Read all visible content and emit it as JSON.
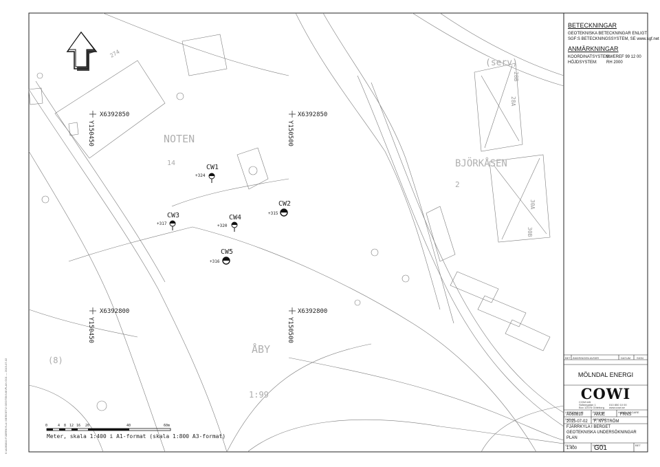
{
  "colors": {
    "line": "#7a7a7a",
    "dark": "#111111",
    "faint": "#bdbdbd",
    "paper": "#ffffff"
  },
  "side_text": "K:\\A060810 FJÄRRKYLA I BERGET\\2 GEOTEKNIK\\PLAN G01 — 2015-07-02",
  "map": {
    "labels": {
      "noten": "NOTEN",
      "bjorkasen": "BJÖRKÅSEN",
      "aby": "ÅBY",
      "serv": "(serv)",
      "num_274": "274",
      "num_14": "14",
      "num_2": "2",
      "num_8": "(8)",
      "num_199": "1:99",
      "num_28b": "28B",
      "num_28a": "28A",
      "num_30a": "30A",
      "num_30b": "30B"
    },
    "grid": [
      {
        "x_label": "X6392850",
        "y_label": "Y150450"
      },
      {
        "x_label": "X6392850",
        "y_label": "Y150500"
      },
      {
        "x_label": "X6392800",
        "y_label": "Y150450"
      },
      {
        "x_label": "X6392800",
        "y_label": "Y150500"
      }
    ],
    "boreholes": [
      {
        "id": "CW1",
        "level": "+324",
        "kind": "pin"
      },
      {
        "id": "CW2",
        "level": "+315",
        "kind": "circle"
      },
      {
        "id": "CW3",
        "level": "+317",
        "kind": "pin"
      },
      {
        "id": "CW4",
        "level": "+320",
        "kind": "pin"
      },
      {
        "id": "CW5",
        "level": "+316",
        "kind": "circle"
      }
    ],
    "scale": {
      "ticks": [
        "0",
        "4",
        "8",
        "12",
        "16",
        "20",
        "40",
        "60m"
      ],
      "caption": "Meter, skala 1:400 i A1-format (skala 1:800 A3-format)"
    }
  },
  "legend": {
    "beteckningar_title": "BETECKNINGAR",
    "beteckningar_line1": "GEOTEKNISKA BETECKNINGAR ENLIGT",
    "beteckningar_line2": "SGF:S BETECKNINGSSYSTEM, SE www.sgf.net",
    "anmarkningar_title": "ANMÄRKNINGAR",
    "koord_label": "KOORDINATSYSTEM:",
    "koord_value": "SWEREF 99 12 00",
    "hojd_label": "HÖJDSYSTEM:",
    "hojd_value": "RH 2000"
  },
  "titleblock": {
    "rev_headers": [
      "BET",
      "ÄNDRINGEN AVSER",
      "DATUM",
      "SIGN"
    ],
    "client": "MÖLNDAL ENERGI",
    "logo": "COWI",
    "company_lines": [
      "COWI AB",
      "Skånegatan 1",
      "Box 12076 Göteborg"
    ],
    "company_contact": [
      "010 850 10 00",
      "www.cowi.se"
    ],
    "uppdrag_label": "UPPDRAG NR",
    "uppdrag_value": "A060810",
    "ritad_label": "RITAD AV",
    "ritad_value": "AMJE",
    "handl_label": "HANDLÄGGARE",
    "handl_value": "FRNS",
    "datum_label": "DATUM",
    "datum_value": "2015-07-02",
    "ansvarig_label": "ANSVARIG",
    "ansvarig_value": "F. NYSTRÖM",
    "project_lines": [
      "FJÄRRKYLA I BERGET",
      "GEOTEKNISKA UNDERSÖKNINGAR",
      "PLAN"
    ],
    "skala_label": "SKALA",
    "skala_value": "1:400",
    "nummer_label": "NUMMER",
    "nummer_value": "G01",
    "blad_label": "BET"
  }
}
